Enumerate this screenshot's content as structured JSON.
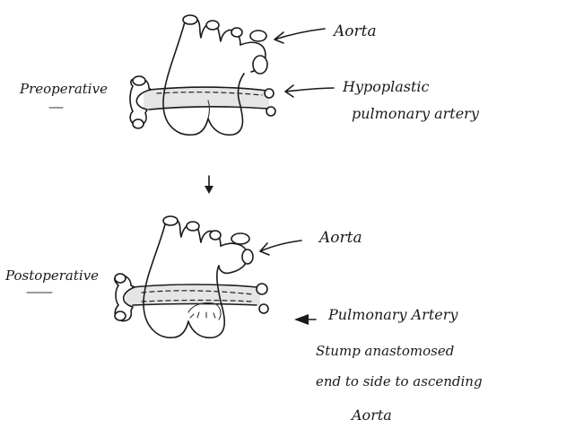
{
  "preoperative": {
    "label": "Preoperative",
    "aorta_label": "Aorta",
    "pa_label_line1": "Hypoplastic",
    "pa_label_line2": "pulmonary artery"
  },
  "postoperative": {
    "label": "Postoperative",
    "aorta_label": "Aorta",
    "pa_label_line1": "Pulmonary Artery",
    "pa_label_line2": "Stump anastomosed",
    "pa_label_line3": "end to side to ascending",
    "pa_label_line4": "Aorta"
  },
  "colors": {
    "ink": "#1a1a1a",
    "shading": "#cfcfcf",
    "background": "#ffffff"
  }
}
